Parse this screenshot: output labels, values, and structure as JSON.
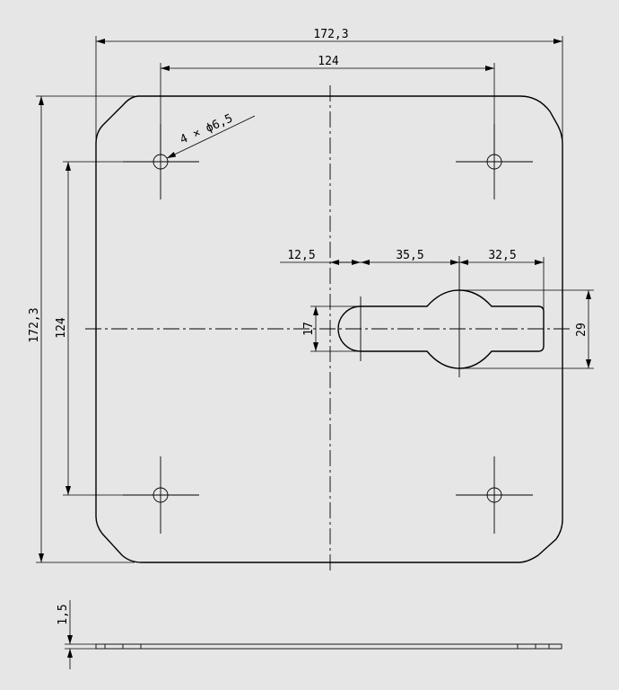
{
  "drawing": {
    "overall_width": "172,3",
    "overall_height": "172,3",
    "hole_spacing_horizontal": "124",
    "hole_spacing_vertical": "124",
    "hole_note": "4 × ϕ6,5",
    "slot_offset": "12,5",
    "slot_length_1": "35,5",
    "slot_length_2": "32,5",
    "slot_width": "17",
    "slot_head_diameter": "29",
    "thickness": "1,5"
  }
}
